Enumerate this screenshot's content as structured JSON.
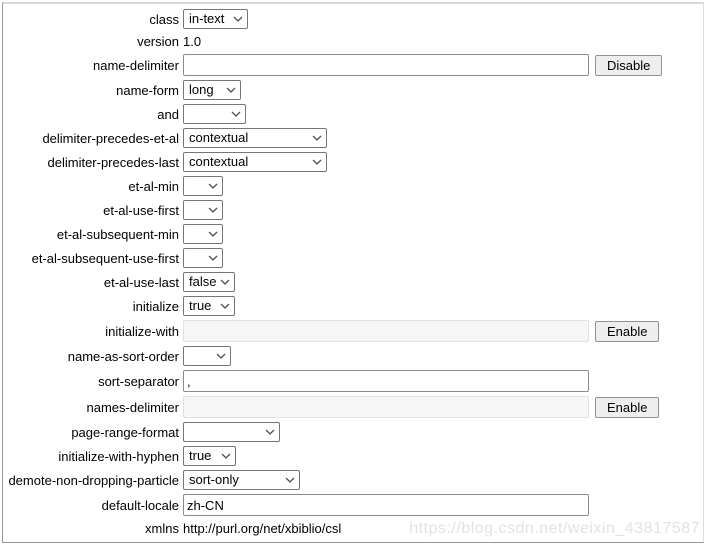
{
  "form": {
    "rows": [
      {
        "label": "class",
        "type": "select",
        "value": "in-text"
      },
      {
        "label": "version",
        "type": "text",
        "value": "1.0"
      },
      {
        "label": "name-delimiter",
        "type": "input",
        "value": "",
        "button": "Disable"
      },
      {
        "label": "name-form",
        "type": "select",
        "value": "long"
      },
      {
        "label": "and",
        "type": "select",
        "value": ""
      },
      {
        "label": "delimiter-precedes-et-al",
        "type": "select",
        "value": "contextual"
      },
      {
        "label": "delimiter-precedes-last",
        "type": "select",
        "value": "contextual"
      },
      {
        "label": "et-al-min",
        "type": "select",
        "value": ""
      },
      {
        "label": "et-al-use-first",
        "type": "select",
        "value": ""
      },
      {
        "label": "et-al-subsequent-min",
        "type": "select",
        "value": ""
      },
      {
        "label": "et-al-subsequent-use-first",
        "type": "select",
        "value": ""
      },
      {
        "label": "et-al-use-last",
        "type": "select",
        "value": "false"
      },
      {
        "label": "initialize",
        "type": "select",
        "value": "true"
      },
      {
        "label": "initialize-with",
        "type": "input-disabled",
        "value": "",
        "button": "Enable"
      },
      {
        "label": "name-as-sort-order",
        "type": "select",
        "value": ""
      },
      {
        "label": "sort-separator",
        "type": "input",
        "value": ","
      },
      {
        "label": "names-delimiter",
        "type": "input-disabled",
        "value": "",
        "button": "Enable"
      },
      {
        "label": "page-range-format",
        "type": "select",
        "value": ""
      },
      {
        "label": "initialize-with-hyphen",
        "type": "select",
        "value": "true"
      },
      {
        "label": "demote-non-dropping-particle",
        "type": "select",
        "value": "sort-only"
      },
      {
        "label": "default-locale",
        "type": "input",
        "value": "zh-CN"
      },
      {
        "label": "xmlns",
        "type": "text",
        "value": "http://purl.org/net/xbiblio/csl"
      }
    ]
  },
  "watermark": {
    "text": "https://blog.csdn.net/weixin_43817587"
  },
  "colors": {
    "control_border": "#767676",
    "input_border": "#8b8b8b",
    "button_bg": "#eeeeee",
    "button_border": "#929292",
    "disabled_input_bg": "#f6f6f6",
    "panel_border_dark": "#979797",
    "panel_border_light": "#d8d8d8",
    "watermark_text": "#e2e2e2"
  }
}
